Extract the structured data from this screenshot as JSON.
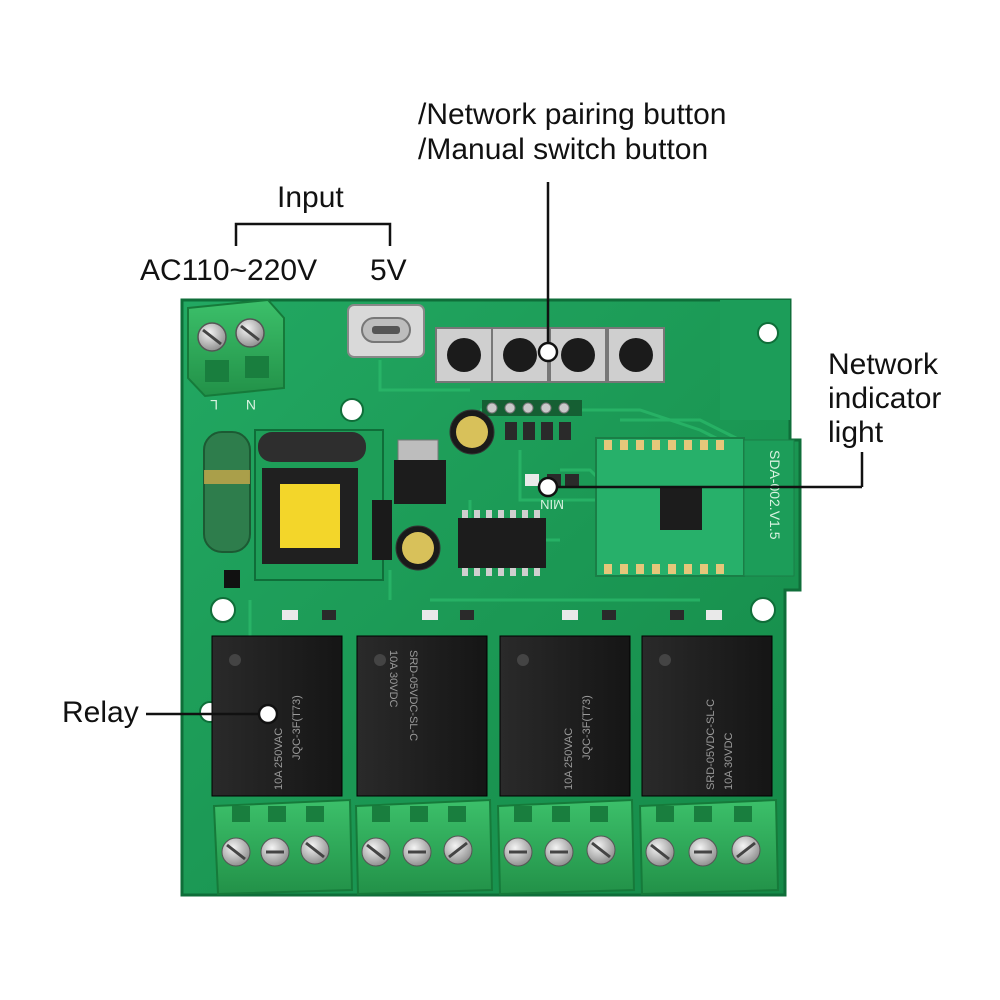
{
  "labels": {
    "network_pairing": "/Network pairing button",
    "manual_switch": "/Manual switch button",
    "input": "Input",
    "ac_input": "AC110~220V",
    "dc_input": "5V",
    "network_indicator_1": "Network",
    "network_indicator_2": "indicator",
    "network_indicator_3": "light",
    "relay": "Relay"
  },
  "board_markings": {
    "terminal_left": "L",
    "terminal_right": "N",
    "led_mark": "MIN",
    "module_mark": "SDA-002.V1.5",
    "relay_text": [
      "JQC-3F(T73)",
      "10A 250VAC",
      "10A 30VDC",
      "SRD-05VDC-SL-C"
    ]
  },
  "colors": {
    "pcb": "#1a9a55",
    "pcb_dark": "#137a42",
    "relay": "#1c1c1c",
    "terminal": "#2fae58",
    "callout_line": "#111111"
  }
}
